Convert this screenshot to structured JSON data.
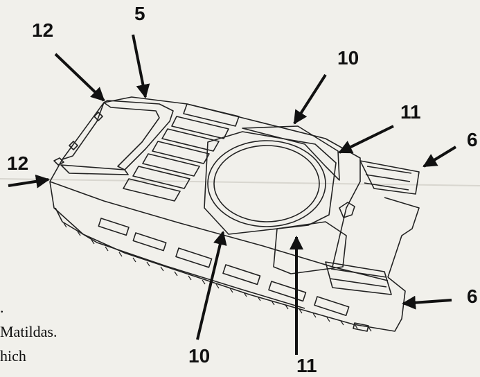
{
  "callouts": [
    {
      "id": "c12a",
      "text": "12"
    },
    {
      "id": "c5",
      "text": "5"
    },
    {
      "id": "c10a",
      "text": "10"
    },
    {
      "id": "c11a",
      "text": "11"
    },
    {
      "id": "c6a",
      "text": "6"
    },
    {
      "id": "c12b",
      "text": "12"
    },
    {
      "id": "c6b",
      "text": "6"
    },
    {
      "id": "c10b",
      "text": "10"
    },
    {
      "id": "c11b",
      "text": "11"
    }
  ],
  "text_fragments": [
    ".",
    "Matildas.",
    "hich"
  ],
  "colors": {
    "paper": "#f1f0eb",
    "ink": "#111111"
  }
}
